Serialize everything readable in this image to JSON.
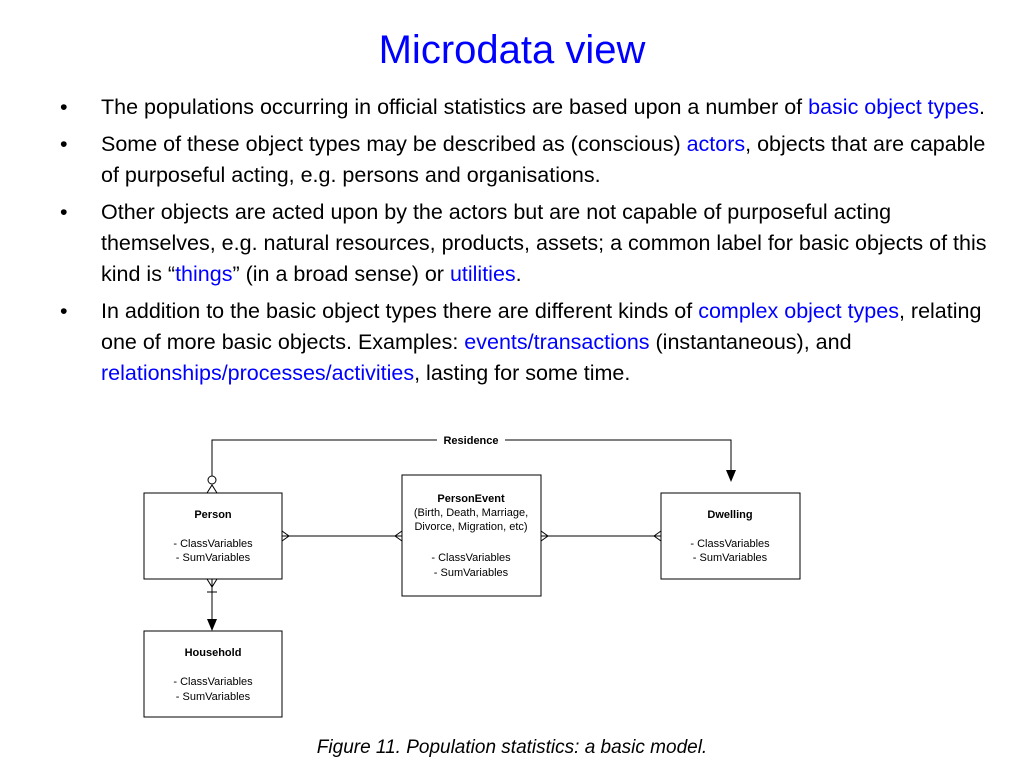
{
  "title": "Microdata view",
  "bullets": [
    {
      "p1": "The populations occurring in official statistics are based upon a number of ",
      "h1": "basic object types",
      "p2": "."
    },
    {
      "p1": "Some of these object types may be described as (conscious) ",
      "h1": "actors",
      "p2": ", objects that are capable of purposeful acting, e.g. persons and organisations."
    },
    {
      "p1": "Other objects are acted upon by the actors but are not capable of purposeful acting themselves, e.g. natural resources, products, assets; a common label for basic objects of this kind is “",
      "h1": "things",
      "p2": "” (in a broad sense) or ",
      "h2": "utilities",
      "p3": "."
    },
    {
      "p1": "In addition to the basic object types there are different kinds of ",
      "h1": "complex object types",
      "p2": ", relating one of more basic objects. Examples: ",
      "h2": "events/transactions",
      "p3": " (instantaneous), and ",
      "h3": "relationships/processes/activities",
      "p4": ", lasting for some time."
    }
  ],
  "bullet_symbol": "•",
  "diagram": {
    "relationship_label": "Residence",
    "person": {
      "name": "Person",
      "line1": "- ClassVariables",
      "line2": "- SumVariables"
    },
    "person_event": {
      "name": "PersonEvent",
      "desc1": "(Birth, Death, Marriage,",
      "desc2": "Divorce, Migration, etc)",
      "line1": "- ClassVariables",
      "line2": "- SumVariables"
    },
    "dwelling": {
      "name": "Dwelling",
      "line1": "- ClassVariables",
      "line2": "- SumVariables"
    },
    "household": {
      "name": "Household",
      "line1": "- ClassVariables",
      "line2": "- SumVariables"
    }
  },
  "caption": "Figure 11. Population statistics: a basic model.",
  "colors": {
    "accent": "#0000ff",
    "text": "#000000"
  }
}
